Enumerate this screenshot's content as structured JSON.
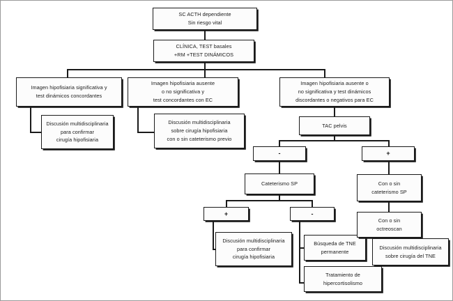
{
  "diagram": {
    "title": "Algoritmo diagnostico SC ACTH dependiente sin riesgo vital",
    "colors": {
      "node_border": "#1a1a1a",
      "node_fill": "#fcfcfc",
      "connector": "#1a1a1a",
      "frame_border": "#9a9a9a"
    },
    "nodes": {
      "root": {
        "lines": [
          "SC ACTH dependiente",
          "Sin riesgo vital"
        ]
      },
      "workup": {
        "lines": [
          "CLÍNICA, TEST basales",
          "+RM +TEST DINÁMICOS"
        ]
      },
      "branch_left": {
        "lines": [
          "Imagen hipofisiaria significativa y",
          "test dinámicos concordantes"
        ]
      },
      "branch_left_child": {
        "lines": [
          "Discusión multidisciplinaria",
          "para confirmar",
          "cirugía hipofisiaria"
        ]
      },
      "branch_mid": {
        "lines": [
          "Imagen hipofisiaria ausente",
          "o no significativa y",
          "test concordantes con EC"
        ]
      },
      "branch_mid_child": {
        "lines": [
          "Discusión multidisciplinaria",
          "sobre cirugía hipofisiaria",
          "con o sin cateterismo  previo"
        ]
      },
      "branch_right": {
        "lines": [
          "Imagen hipofisiaria ausente o",
          "no significativa y test dinámicos",
          "discordantes o negativos  para EC"
        ]
      },
      "tac_pelvis": {
        "lines": [
          "TAC pelvis"
        ]
      },
      "tac_negative": {
        "lines": [
          "-"
        ]
      },
      "tac_positive": {
        "lines": [
          "+"
        ]
      },
      "cateterismo_sp": {
        "lines": [
          "Cateterismo SP"
        ]
      },
      "cat_positive": {
        "lines": [
          "+"
        ]
      },
      "cat_negative": {
        "lines": [
          "-"
        ]
      },
      "cat_pos_child": {
        "lines": [
          "Discusión multidisciplinaria",
          "para confirmar",
          "cirugía hipofisiaria"
        ]
      },
      "busqueda_tne": {
        "lines": [
          "Búsqueda de TNE",
          "permanente"
        ]
      },
      "tratamiento_hiper": {
        "lines": [
          "Tratamiento de",
          "hipercortisolismo"
        ]
      },
      "con_o_sin_cateterismo": {
        "lines": [
          "Con o sin",
          "cateterismo SP"
        ]
      },
      "con_o_sin_octreoscan": {
        "lines": [
          "Con o sin",
          "octreoscan"
        ]
      },
      "discusion_tne": {
        "lines": [
          "Discusión multidisciplinaria",
          "sobre cirugía del TNE"
        ]
      }
    }
  }
}
